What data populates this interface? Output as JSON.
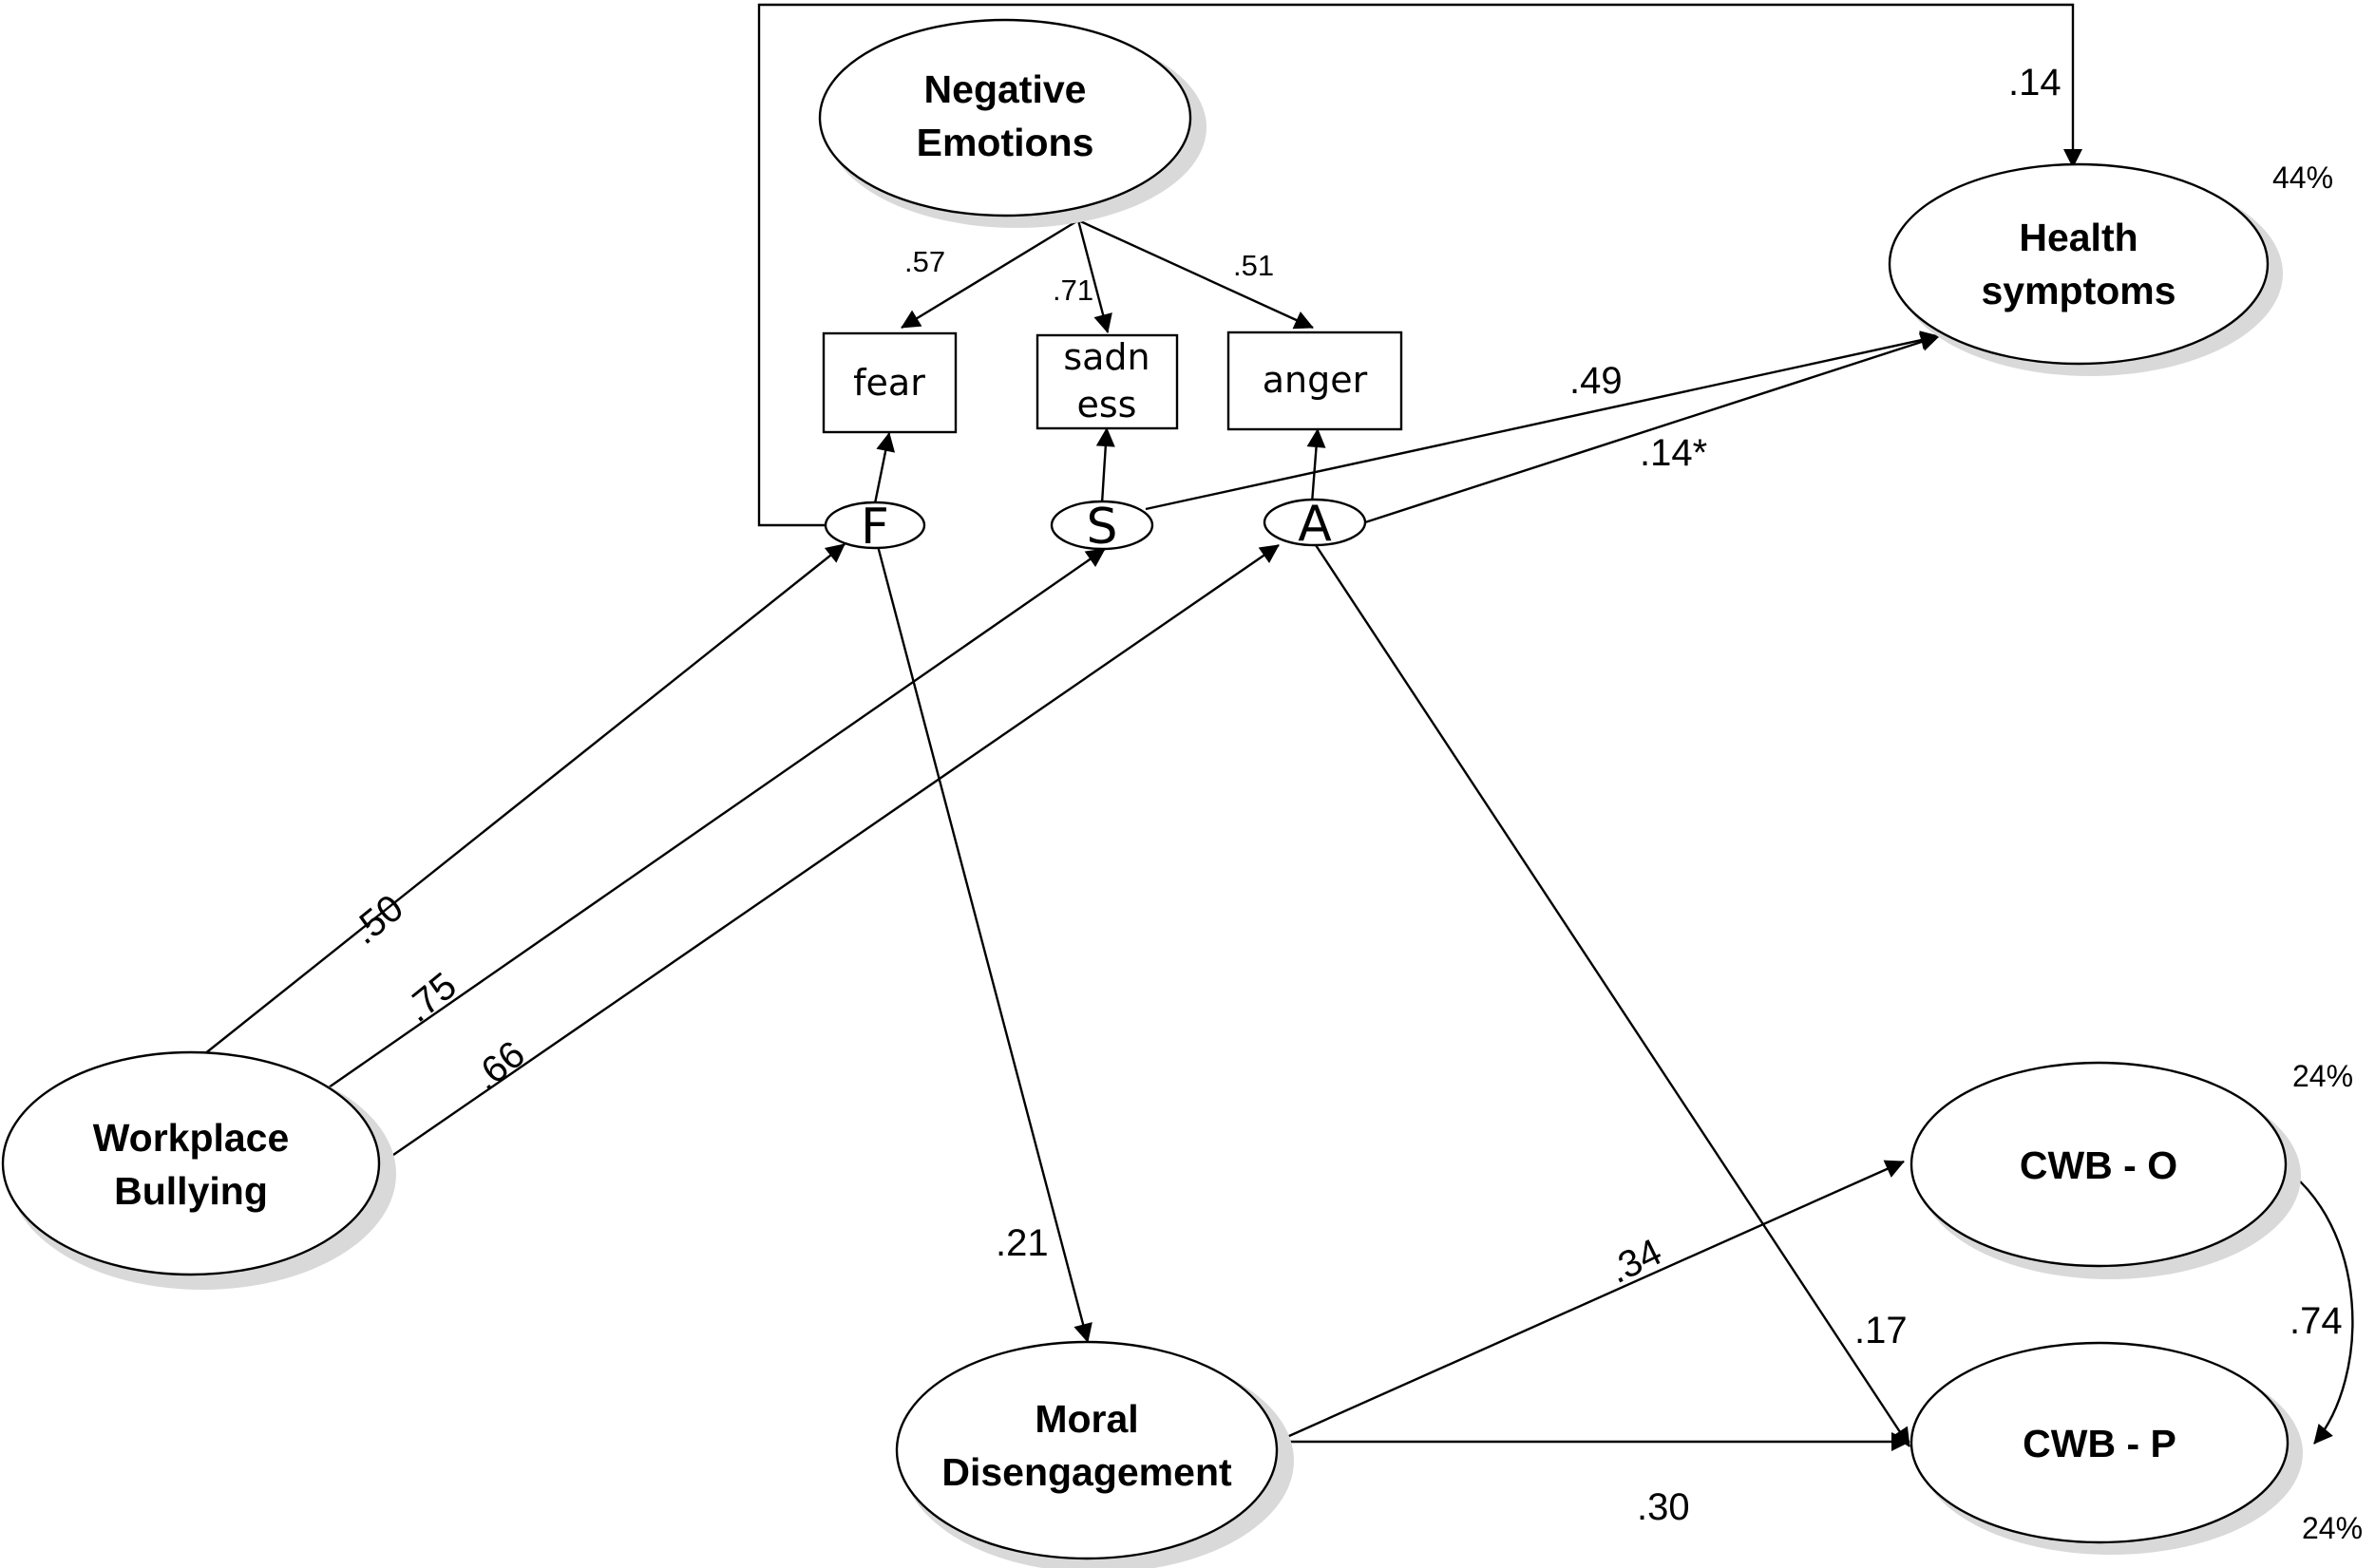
{
  "nodes": {
    "negative_emotions": [
      "Negative",
      "Emotions"
    ],
    "health_symptoms": [
      "Health",
      "symptoms"
    ],
    "workplace_bullying": [
      "Workplace",
      "Bullying"
    ],
    "moral_disengagement": [
      "Moral",
      "Disengagement"
    ],
    "cwb_o": "CWB - O",
    "cwb_p": "CWB - P",
    "fear_box": "fear",
    "sadness_box": [
      "sadn",
      "ess"
    ],
    "anger_box": "anger",
    "f_factor": "F",
    "s_factor": "S",
    "a_factor": "A"
  },
  "coefficients": {
    "ne_to_fear": ".57",
    "ne_to_sadness": ".71",
    "ne_to_anger": ".51",
    "f_to_health": ".14",
    "s_to_health": ".49",
    "a_to_health": ".14*",
    "wb_to_f": ".50",
    "wb_to_s": ".75",
    "wb_to_a": ".66",
    "f_to_md": ".21",
    "md_to_cwbo": ".34",
    "a_to_cwbp": ".17",
    "md_to_cwbp": ".30",
    "cwbo_cwbp": ".74"
  },
  "variance_explained": {
    "health_symptoms": "44%",
    "cwb_o": "24%",
    "cwb_p": "24%"
  }
}
